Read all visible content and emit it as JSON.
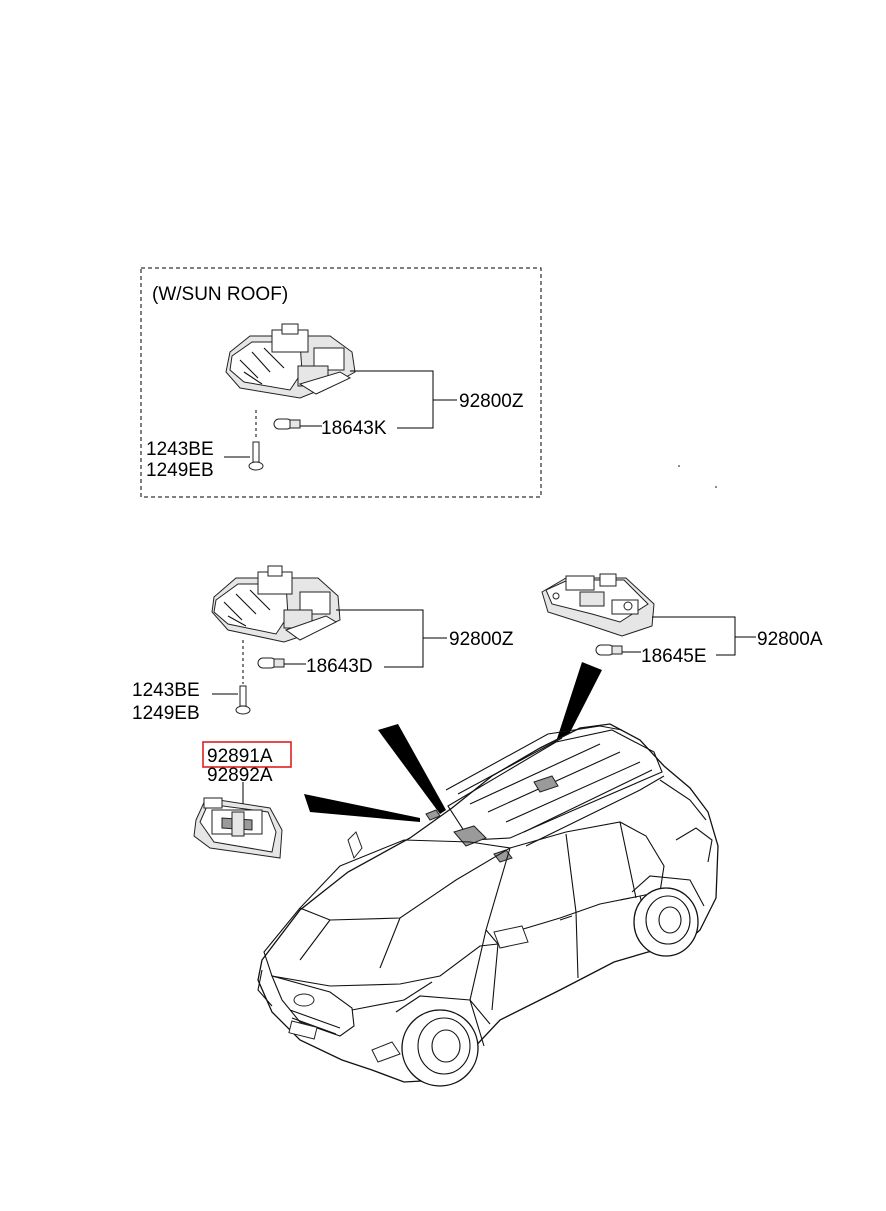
{
  "sunroof_group": {
    "title": "(W/SUN ROOF)",
    "lamp_assembly": "92800Z",
    "bulb": "18643K",
    "screw_a": "1243BE",
    "screw_b": "1249EB"
  },
  "front_lamp_group": {
    "lamp_assembly": "92800Z",
    "bulb": "18643D",
    "screw_a": "1243BE",
    "screw_b": "1249EB"
  },
  "rear_lamp_group": {
    "lamp_assembly": "92800A",
    "bulb": "18645E"
  },
  "vanity_lamp_group": {
    "part_highlighted": "92891A",
    "part_other": "92892A",
    "highlight_color": "#e02020"
  }
}
